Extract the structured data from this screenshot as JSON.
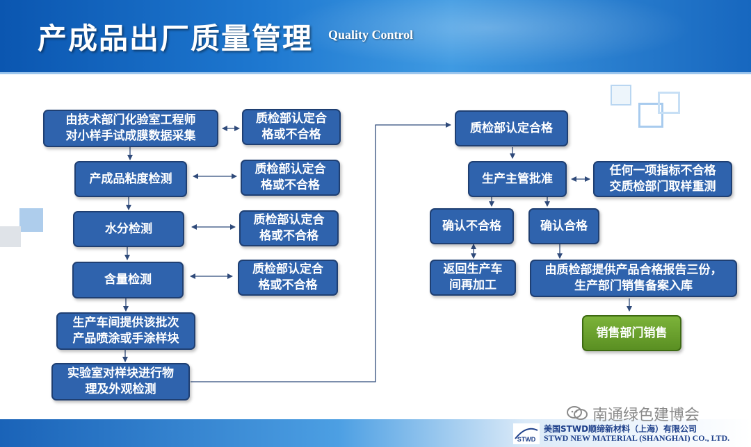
{
  "header": {
    "title": "产成品出厂质量管理",
    "subtitle": "Quality  Control"
  },
  "left_flow": {
    "steps": [
      "由技术部门化验室工程师\n对小样手试成膜数据采集",
      "产成品粘度检测",
      "水分检测",
      "含量检测",
      "生产车间提供该批次\n产品喷涂或手涂样块",
      "实验室对样块进行物\n理及外观检测"
    ],
    "checks": [
      "质检部认定合\n格或不合格",
      "质检部认定合\n格或不合格",
      "质检部认定合\n格或不合格",
      "质检部认定合\n格或不合格"
    ]
  },
  "right_flow": {
    "qc_pass": "质检部认定合格",
    "manager_approval": "生产主管批准",
    "resample": "任何一项指标不合格\n交质检部门取样重测",
    "confirm_fail": "确认不合格",
    "confirm_pass": "确认合格",
    "rework": "返回生产车\n间再加工",
    "report": "由质检部提供产品合格报告三份，\n生产部门销售备案入库",
    "sales": "销售部门销售"
  },
  "footer": {
    "watermark": "南通绿色建博会",
    "logo_text": "STWD",
    "company_cn": "美国STWD顺缔新材料（上海）有限公司",
    "company_en": "STWD NEW MATERIAL (SHANGHAI) CO., LTD."
  },
  "colors": {
    "box_fill": "#2f63ad",
    "box_border": "#1f3f72",
    "sales_fill": "#6aa22e",
    "arrow": "#2f4a7a"
  }
}
